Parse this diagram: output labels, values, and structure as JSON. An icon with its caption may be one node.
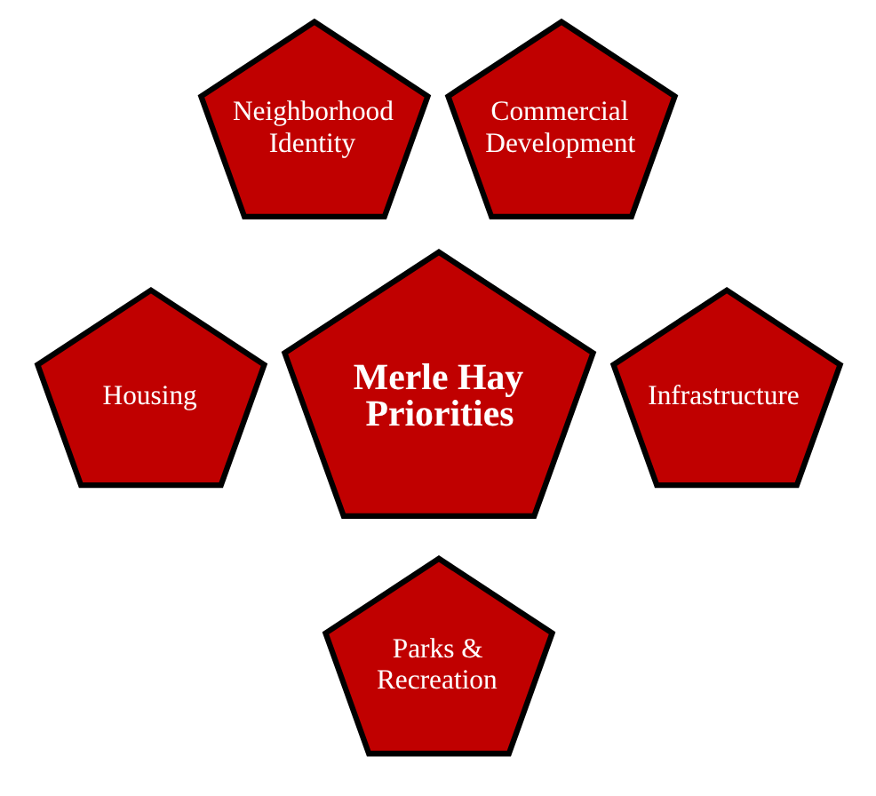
{
  "diagram": {
    "nodes": [
      {
        "text": [
          "Neighborhood Identity"
        ]
      },
      {
        "text": [
          "Commercial Development"
        ]
      },
      {
        "text": [
          "Merle Hay Priorities"
        ]
      },
      {
        "text": [
          "Housing"
        ]
      },
      {
        "text": [
          "Infrastructure"
        ]
      },
      {
        "text": [
          "Parks & Recreation"
        ]
      }
    ],
    "edges": []
  }
}
